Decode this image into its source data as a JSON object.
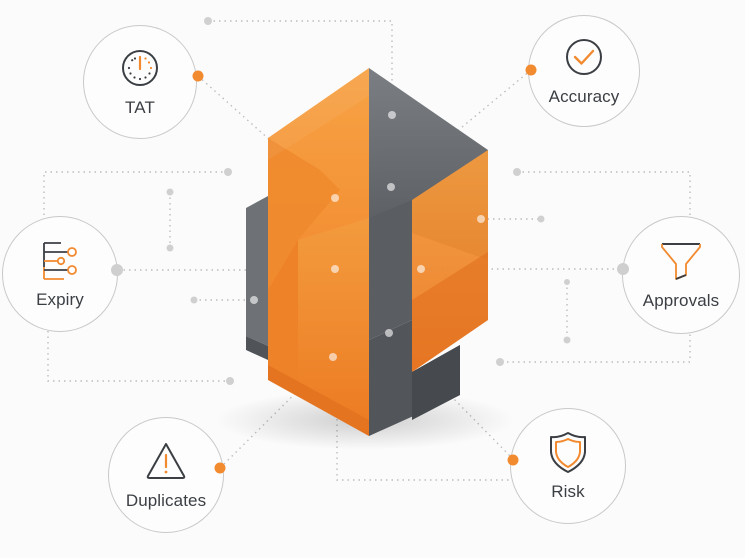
{
  "diagram": {
    "colors": {
      "accent": "#f28a30",
      "accent_light": "#f7a345",
      "gray_dark": "#4f5358",
      "gray_mid": "#6c7075",
      "gray_light": "#8a8e92",
      "ring": "#c9c9c9",
      "dot_gray": "#cfcfcf",
      "text": "#3b3f44"
    },
    "nodes": [
      {
        "id": "tat",
        "label": "TAT",
        "icon": "clock-icon"
      },
      {
        "id": "accuracy",
        "label": "Accuracy",
        "icon": "checkmark-circle-icon"
      },
      {
        "id": "expiry",
        "label": "Expiry",
        "icon": "timeline-branches-icon"
      },
      {
        "id": "approvals",
        "label": "Approvals",
        "icon": "funnel-icon"
      },
      {
        "id": "duplicates",
        "label": "Duplicates",
        "icon": "warning-triangle-icon"
      },
      {
        "id": "risk",
        "label": "Risk",
        "icon": "shield-icon"
      }
    ],
    "center": {
      "icon": "isometric-blocks-cluster"
    }
  }
}
